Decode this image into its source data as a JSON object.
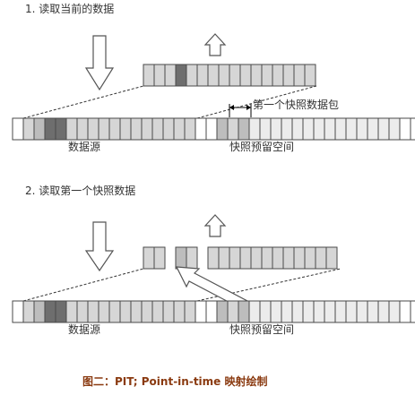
{
  "steps": {
    "step1_title": "1. 读取当前的数据",
    "step2_title": "2. 读取第一个快照数据"
  },
  "labels": {
    "data_source": "数据源",
    "snapshot_reserve": "快照预留空间",
    "first_snapshot_packet": "第一个快照数据包"
  },
  "caption": "图二：PIT; Point-in-time 映射绘制",
  "colors": {
    "white": "#ffffff",
    "light": "#d6d6d6",
    "lighter": "#ececec",
    "mid": "#bdbdbd",
    "dark": "#6e6e6e",
    "stroke": "#4a4a4a"
  }
}
